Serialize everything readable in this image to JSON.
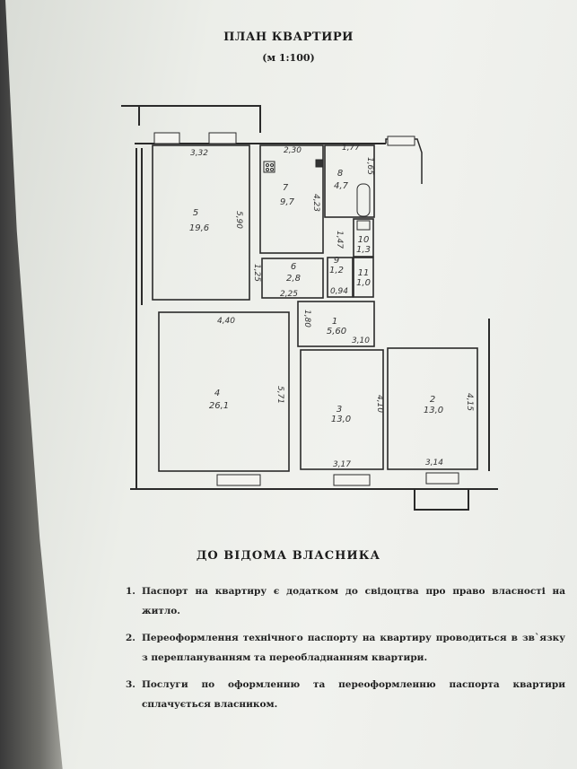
{
  "header": {
    "title": "ПЛАН КВАРТИРИ",
    "scale": "(м 1:100)"
  },
  "rooms": [
    {
      "id": "1",
      "area": "5,60"
    },
    {
      "id": "2",
      "area": "13,0"
    },
    {
      "id": "3",
      "area": "13,0"
    },
    {
      "id": "4",
      "area": "26,1"
    },
    {
      "id": "5",
      "area": "19,6"
    },
    {
      "id": "6",
      "area": "2,8"
    },
    {
      "id": "7",
      "area": "9,7"
    },
    {
      "id": "8",
      "area": "4,7"
    },
    {
      "id": "9",
      "area": "1,2"
    },
    {
      "id": "10",
      "area": "1,3"
    },
    {
      "id": "11",
      "area": "1,0"
    }
  ],
  "dimensions": {
    "r5_top": "3,32",
    "r5_side": "5,90",
    "r7_top": "2,30",
    "r7_side": "4,23",
    "r8_top": "1,77",
    "r8_side": "1,65",
    "r6_side": "1,25",
    "r6_bottom": "2,25",
    "r9_side": "1,47",
    "r9_bottom": "0,94",
    "r4_top": "4,40",
    "r4_side": "5,71",
    "r1_side": "1,80",
    "r1_bottom": "3,10",
    "r3_side": "4,10",
    "r3_bottom": "3,17",
    "r2_side": "4,15",
    "r2_bottom": "3,14"
  },
  "notice": {
    "title": "ДО ВІДОМА ВЛАСНИКА",
    "items": [
      {
        "num": "1.",
        "text": "Паспорт на квартиру є додатком до свідоцтва про право власності на житло."
      },
      {
        "num": "2.",
        "text": "Переоформлення технічного паспорту на квартиру проводиться в зв`язку з переплануванням та переобладнанням квартири."
      },
      {
        "num": "3.",
        "text": "Послуги по оформленню та переоформленню паспорта квартири сплачується власником."
      }
    ]
  }
}
